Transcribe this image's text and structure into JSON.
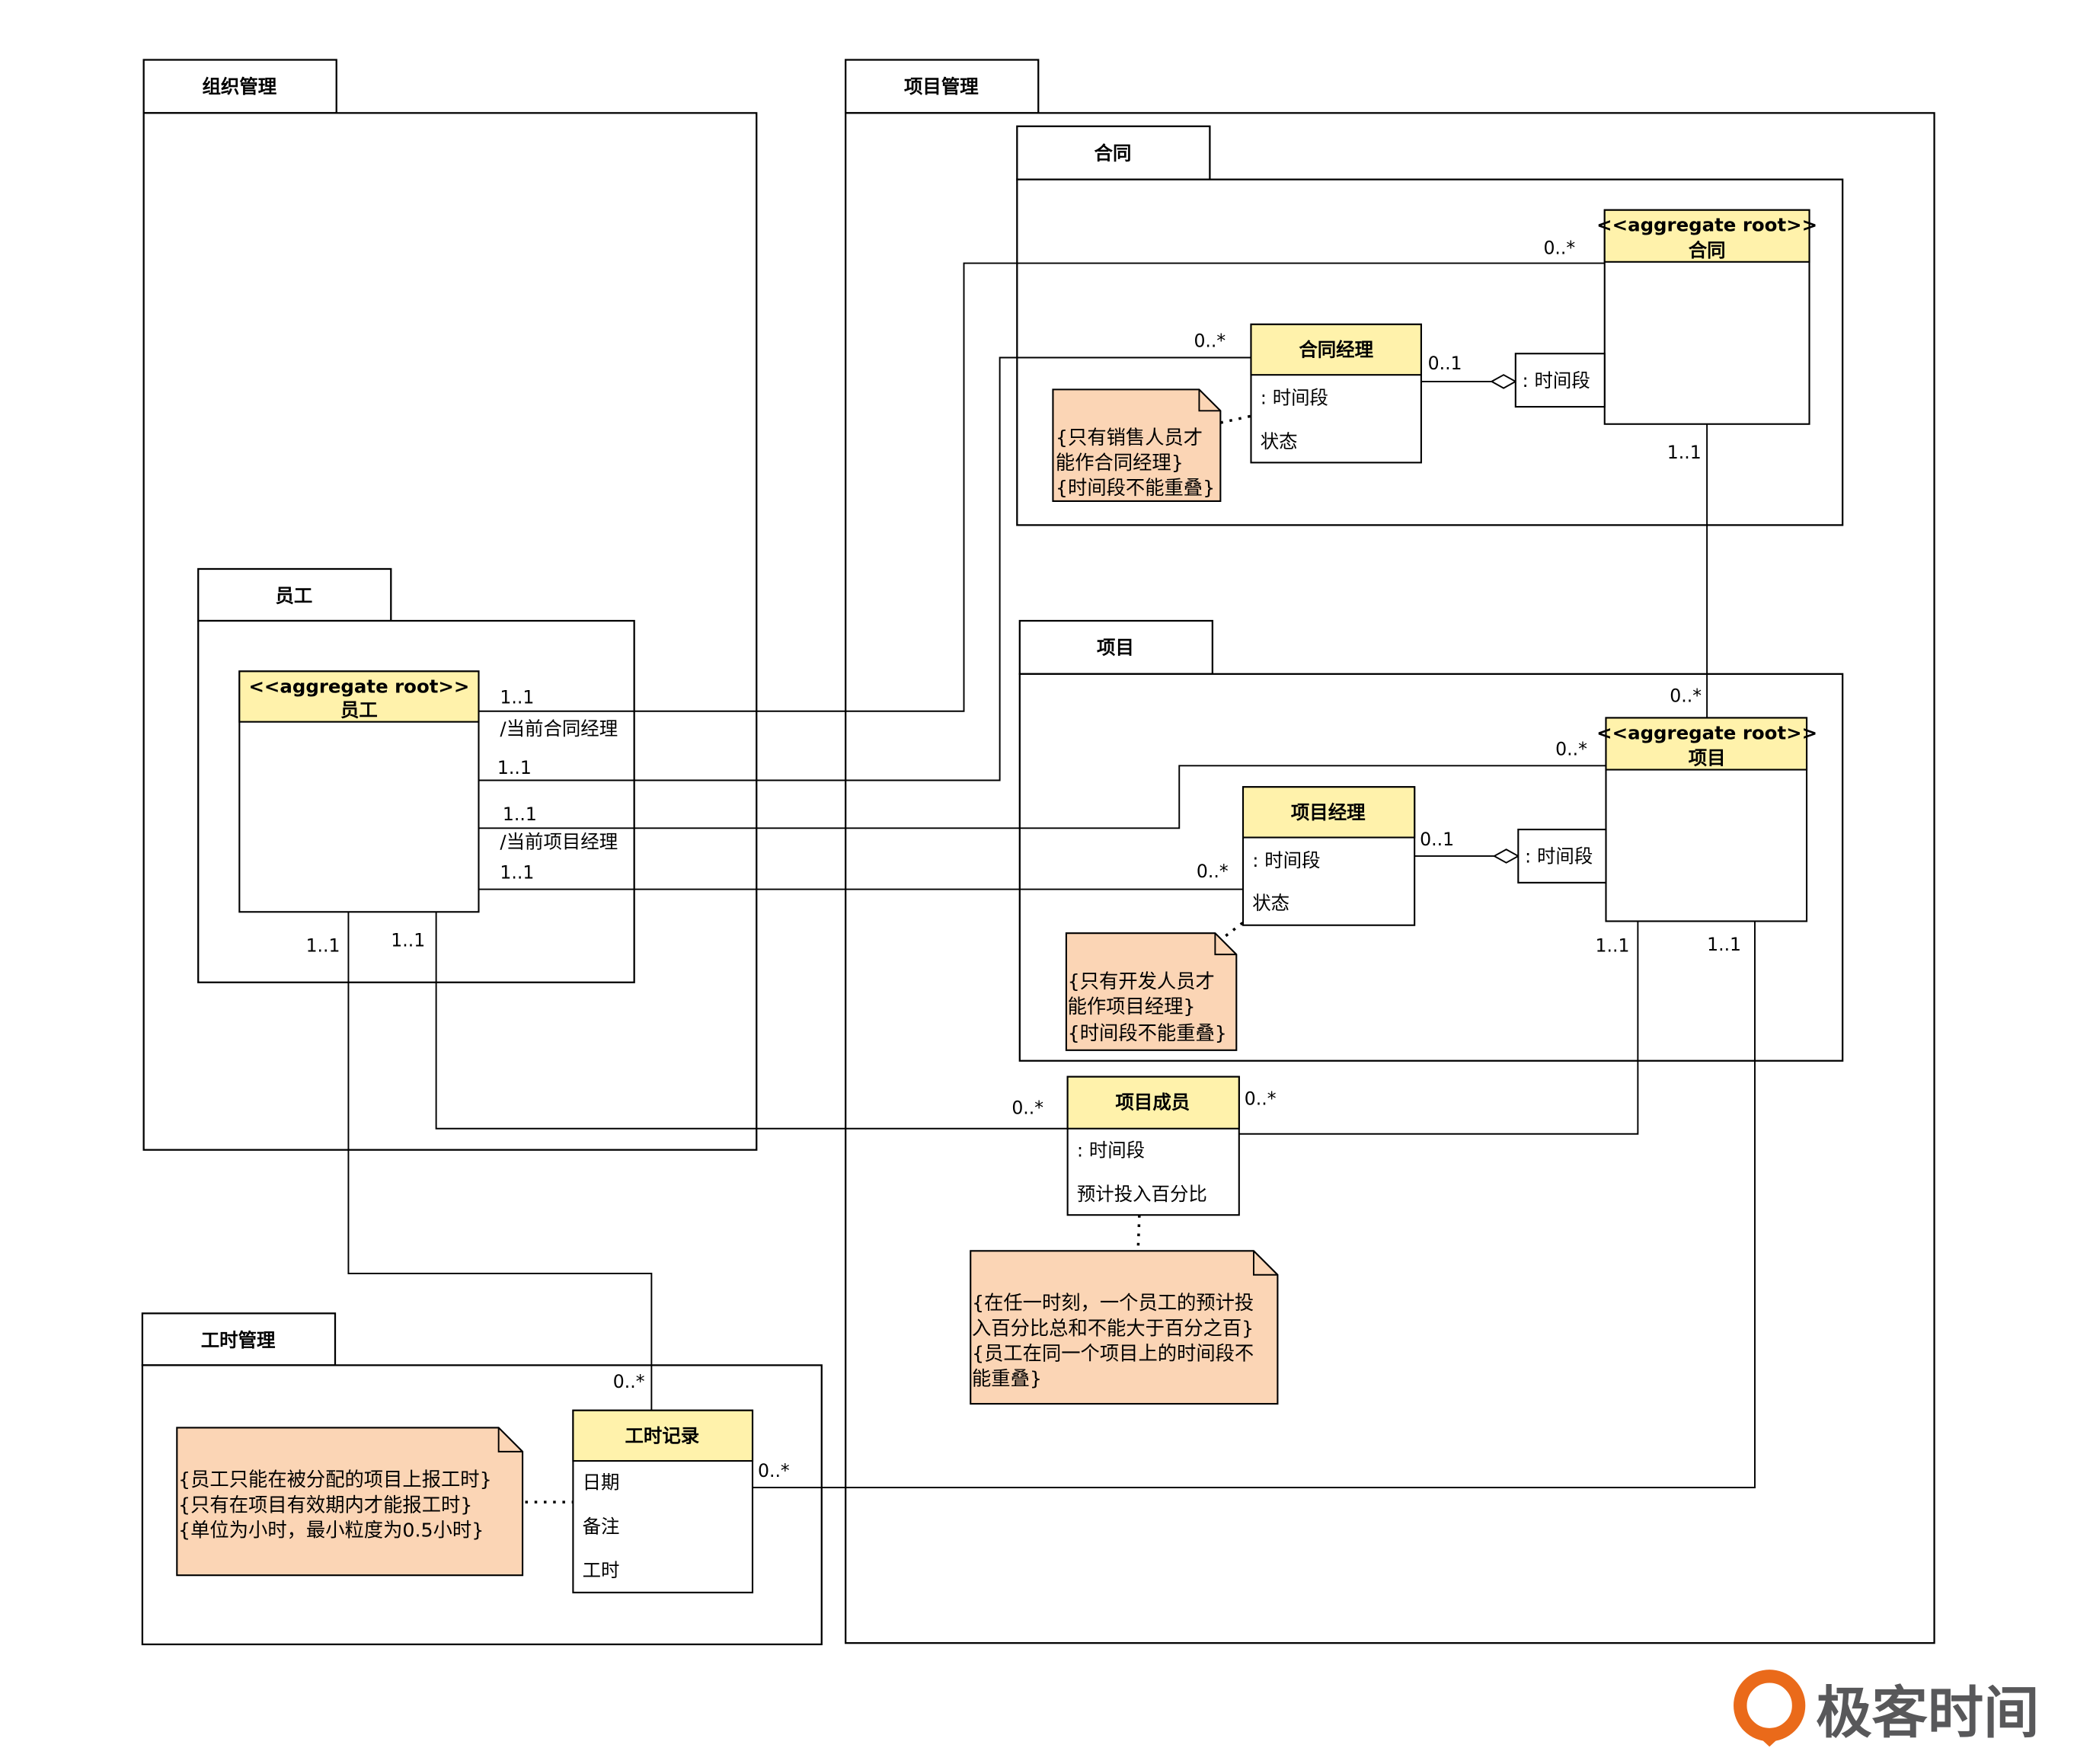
{
  "packages": {
    "org": "组织管理",
    "project_mgmt": "项目管理",
    "contract": "合同",
    "employee": "员工",
    "project": "项目",
    "timesheet": "工时管理"
  },
  "classes": {
    "employee": {
      "stereotype": "<<aggregate root>>",
      "name": "员工"
    },
    "contract": {
      "stereotype": "<<aggregate root>>",
      "name": "合同"
    },
    "contract_manager": {
      "name": "合同经理",
      "attributes": [
        ": 时间段",
        "状态"
      ]
    },
    "contract_period": {
      "name": ": 时间段"
    },
    "project": {
      "stereotype": "<<aggregate root>>",
      "name": "项目"
    },
    "project_manager": {
      "name": "项目经理",
      "attributes": [
        ": 时间段",
        "状态"
      ]
    },
    "project_period": {
      "name": ": 时间段"
    },
    "project_member": {
      "name": "项目成员",
      "attributes": [
        ": 时间段",
        "预计投入百分比"
      ]
    },
    "timesheet_record": {
      "name": "工时记录",
      "attributes": [
        "日期",
        "备注",
        "工时"
      ]
    }
  },
  "notes": {
    "contract_manager": [
      "{只有销售人员才",
      "能作合同经理}",
      "{时间段不能重叠}"
    ],
    "project_manager": [
      "{只有开发人员才",
      "能作项目经理}",
      "{时间段不能重叠}"
    ],
    "project_member": [
      "{在任一时刻，一个员工的预计投",
      "入百分比总和不能大于百分之百}",
      "{员工在同一个项目上的时间段不",
      "能重叠}"
    ],
    "timesheet": [
      "{员工只能在被分配的项目上报工时}",
      "{只有在项目有效期内才能报工时}",
      "{单位为小时，最小粒度为0.5小时}"
    ]
  },
  "associations": {
    "current_contract_manager": {
      "role": "/当前合同经理",
      "src": "1..1",
      "dst": "0..*"
    },
    "employee_contract_manager": {
      "src": "1..1",
      "dst": "0..*"
    },
    "current_project_manager": {
      "role": "/当前项目经理",
      "src": "1..1",
      "dst": "0..*"
    },
    "employee_project_manager": {
      "src": "1..1",
      "dst": "0..*"
    },
    "contract_manager_period": {
      "src": "0..1"
    },
    "project_manager_period": {
      "src": "0..1"
    },
    "contract_project": {
      "src": "1..1",
      "dst": "0..*"
    },
    "employee_member": {
      "src": "1..1",
      "dst": "0..*"
    },
    "project_member": {
      "src": "1..1",
      "dst": "0..*"
    },
    "employee_timesheet": {
      "src": "1..1",
      "dst": "0..*"
    },
    "project_timesheet": {
      "src": "1..1",
      "dst": "0..*"
    }
  },
  "logo": {
    "text": "极客时间"
  },
  "colors": {
    "class_header": "#fff2ab",
    "note": "#fbd5b5",
    "logo_orange": "#ea6a1a",
    "logo_gray": "#58585a"
  }
}
